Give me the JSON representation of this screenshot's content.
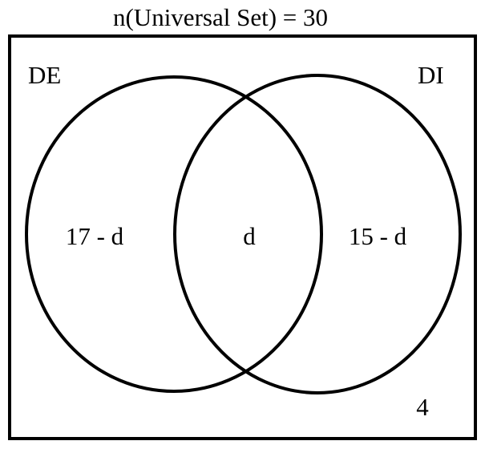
{
  "title": "n(Universal Set) = 30",
  "sets": {
    "left_label": "DE",
    "right_label": "DI"
  },
  "regions": {
    "left_only": "17 - d",
    "intersection": "d",
    "right_only": "15 - d",
    "outside": "4"
  },
  "colors": {
    "stroke": "#000000",
    "background": "#ffffff"
  }
}
